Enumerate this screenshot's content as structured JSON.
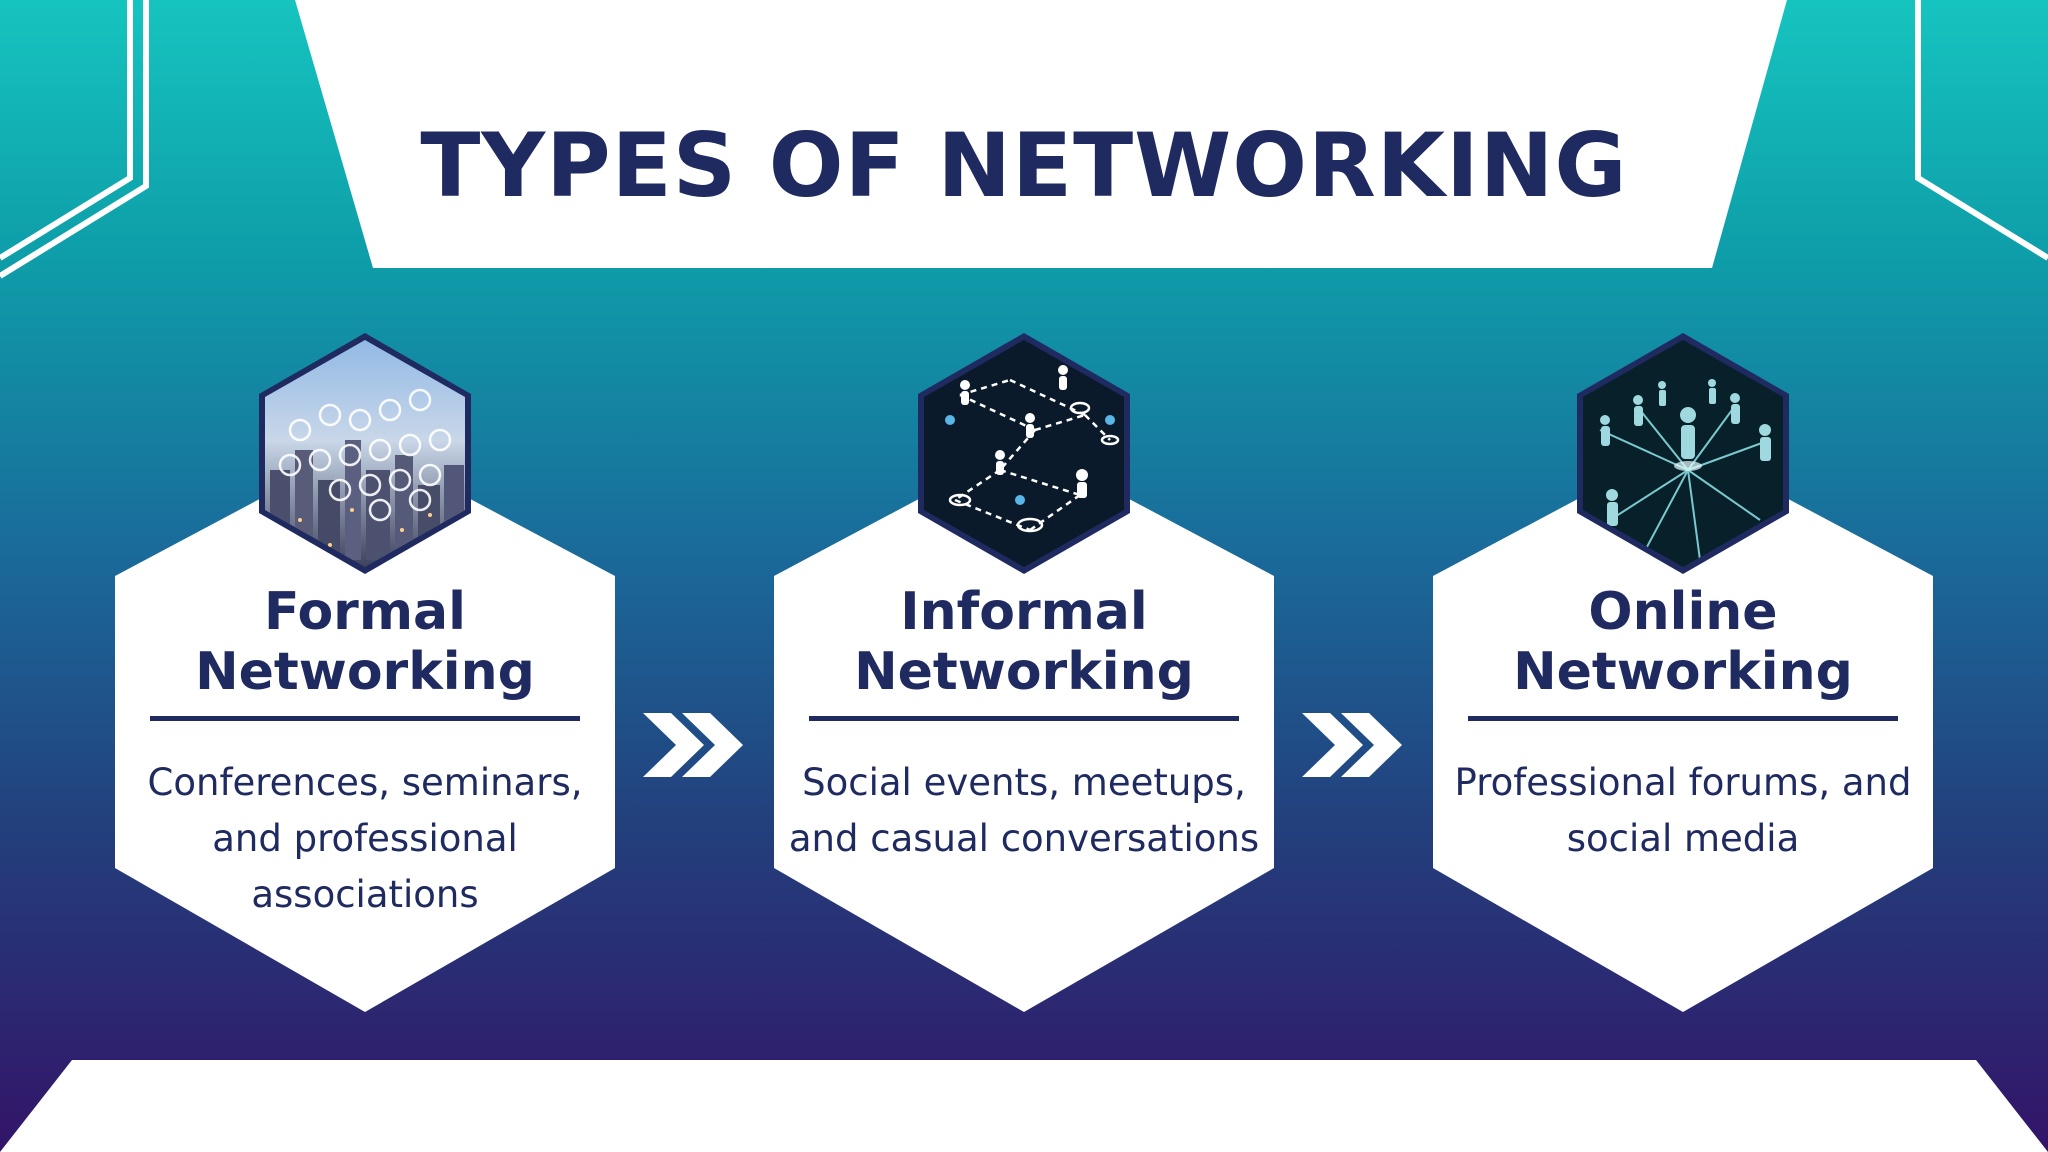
{
  "slide": {
    "title": "TYPES OF NETWORKING",
    "colors": {
      "navy": "#1f2a60",
      "teal": "#16c4bf",
      "purple": "#331468",
      "white": "#ffffff"
    }
  },
  "cards": [
    {
      "title": "Formal Networking",
      "description": "Conferences, seminars, and professional associations",
      "image": "city-network-icons-photo"
    },
    {
      "title": "Informal Networking",
      "description": "Social events, meetups, and casual conversations",
      "image": "people-connections-photo"
    },
    {
      "title": "Online Networking",
      "description": "Professional forums, and social media",
      "image": "digital-people-network-photo"
    }
  ],
  "connectors": [
    "double-chevron-right-icon",
    "double-chevron-right-icon"
  ]
}
